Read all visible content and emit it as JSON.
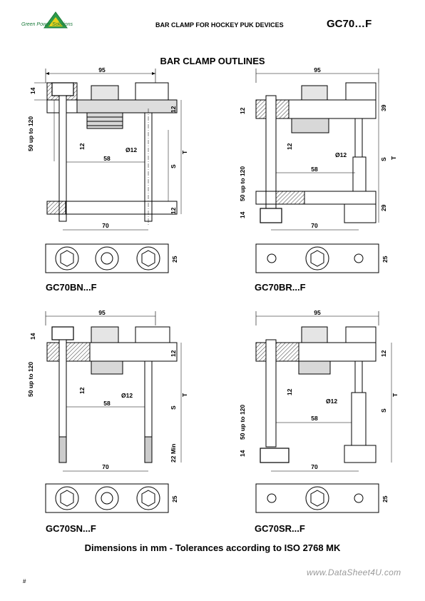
{
  "header": {
    "logo_text": "Green Power Solutions",
    "title": "BAR CLAMP FOR HOCKEY PUK DEVICES",
    "code": "GC70…F"
  },
  "section_title": "BAR CLAMP OUTLINES",
  "dimensions": {
    "width_95": "95",
    "height_14": "14",
    "thickness_12": "12",
    "range": "50 up to 120",
    "dia": "Ø12",
    "span_58": "58",
    "span_70": "70",
    "depth_25": "25",
    "height_39": "39",
    "height_29": "29",
    "min_22": "22 Min",
    "S": "S",
    "T": "T"
  },
  "captions": {
    "bn": "GC70BN...F",
    "br": "GC70BR...F",
    "sn": "GC70SN...F",
    "sr": "GC70SR...F"
  },
  "footer": "Dimensions in mm - Tolerances according to ISO 2768 MK",
  "page_mark": "#",
  "watermark": "www.DataSheet4U.com",
  "colors": {
    "logo_green": "#1a7a3a",
    "logo_yellow": "#e8d21a"
  }
}
